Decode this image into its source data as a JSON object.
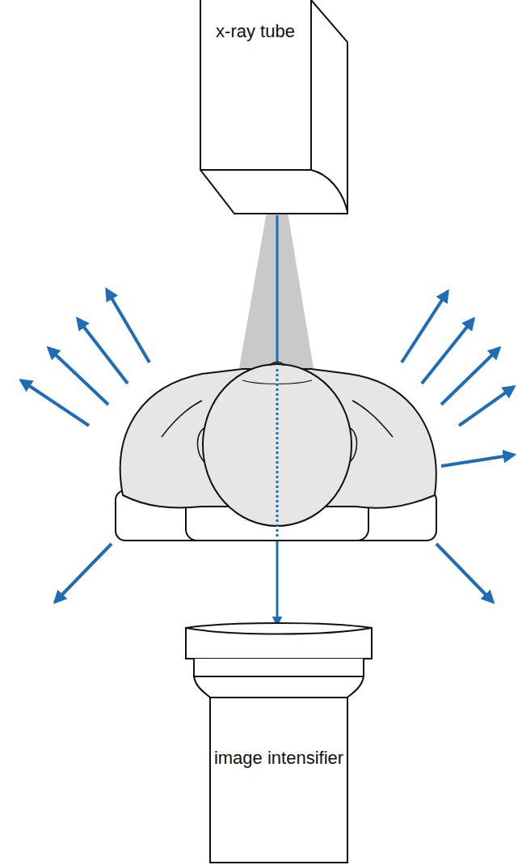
{
  "diagram": {
    "nodes": [
      {
        "text": [
          "x-ray tube"
        ]
      },
      {
        "text": [
          "image intensifier"
        ]
      }
    ],
    "edges": [
      {
        "from": 0,
        "to": 1,
        "arrow": "to"
      }
    ]
  }
}
